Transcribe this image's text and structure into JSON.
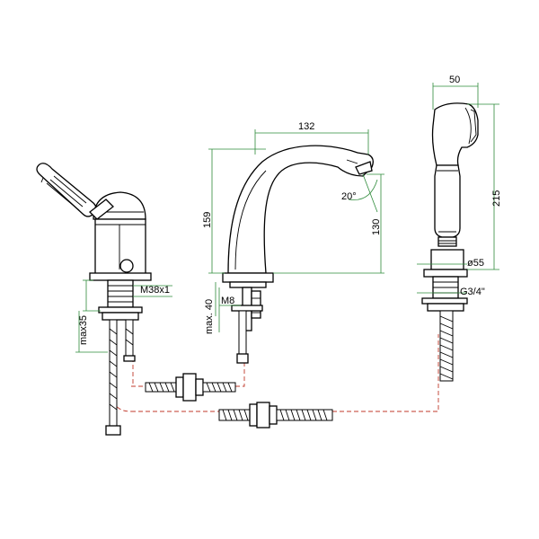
{
  "colors": {
    "outline": "#000000",
    "dimension_line": "#2e8b3a",
    "hidden_line": "#c0392b",
    "background": "#ffffff"
  },
  "dimensions": {
    "handshower_width": "50",
    "handshower_height": "215",
    "handshower_base_diameter": "ø55",
    "handshower_thread": "G3/4\"",
    "spout_reach": "132",
    "spout_height": "159",
    "spout_outlet_height": "130",
    "spout_angle": "20°",
    "spout_stud_thread": "M8",
    "spout_max_deck": "max. 40",
    "mixer_thread": "M38x1",
    "mixer_max_deck": "max35"
  }
}
